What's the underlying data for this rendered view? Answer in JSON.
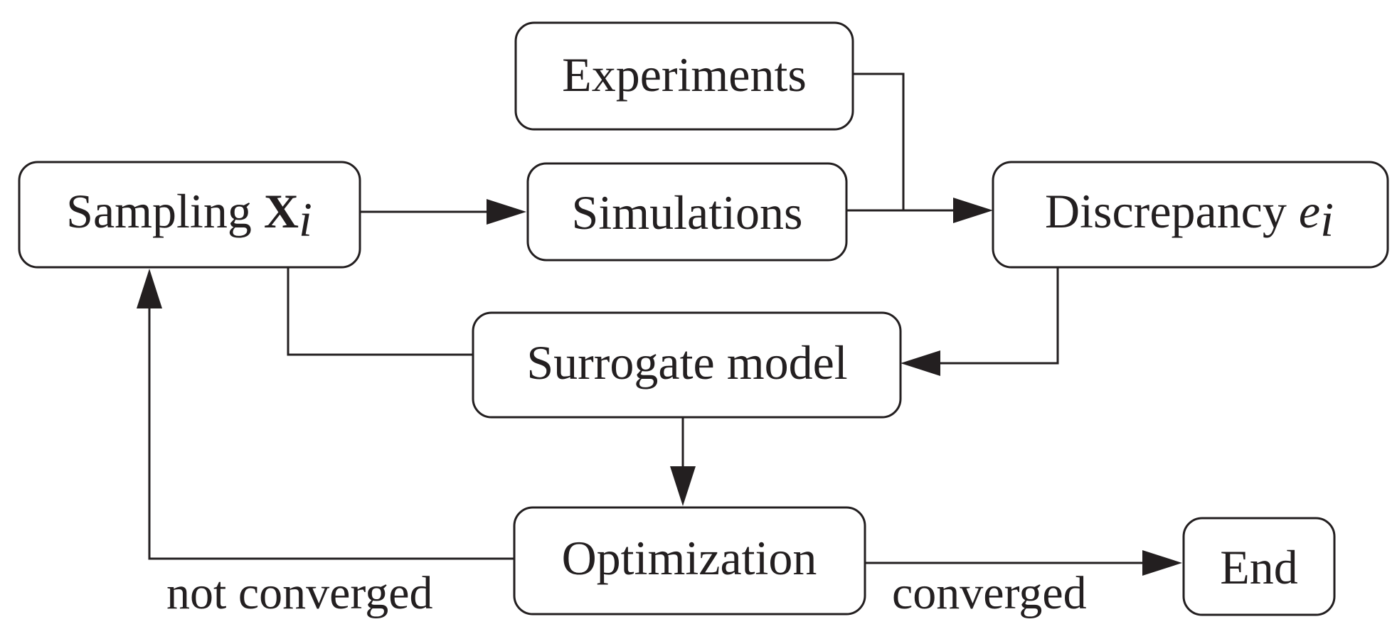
{
  "diagram": {
    "colors": {
      "line": "#231f20",
      "background": "#ffffff"
    },
    "nodes": {
      "experiments": {
        "label": "Experiments"
      },
      "sampling": {
        "label": "Sampling ",
        "symbol": "X",
        "subscript": "i"
      },
      "simulations": {
        "label": "Simulations"
      },
      "discrepancy": {
        "label": "Discrepancy ",
        "symbol": "e",
        "subscript": "i"
      },
      "surrogate": {
        "label": "Surrogate model"
      },
      "optimization": {
        "label": "Optimization"
      },
      "end": {
        "label": "End"
      }
    },
    "edges": {
      "not_converged": {
        "label": "not converged"
      },
      "converged": {
        "label": "converged"
      }
    }
  }
}
